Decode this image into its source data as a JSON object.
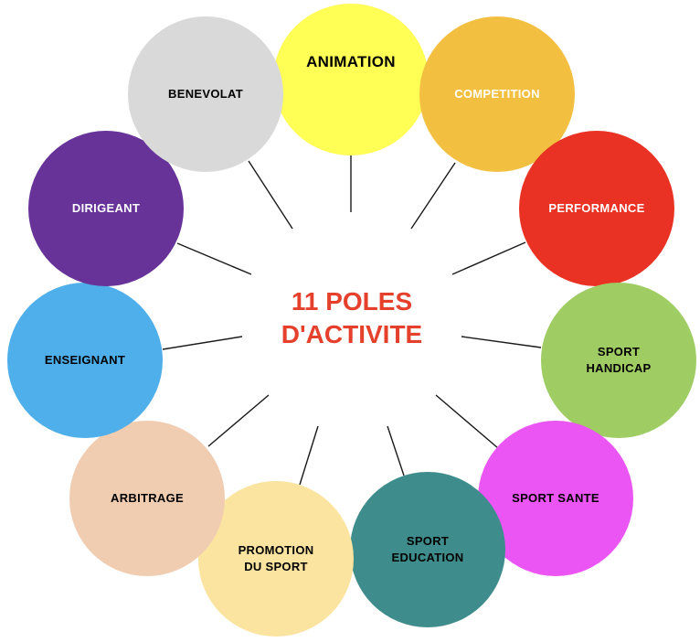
{
  "center": {
    "line1": "11 POLES",
    "line2": "D'ACTIVITE",
    "color": "#e5402b"
  },
  "poles": [
    {
      "label": "ANIMATION",
      "color": "#ffff55",
      "text_color": "#000000"
    },
    {
      "label": "COMPETITION",
      "color": "#f3bf40",
      "text_color": "#ffffff"
    },
    {
      "label": "PERFORMANCE",
      "color": "#e93223",
      "text_color": "#ffffff"
    },
    {
      "label": "SPORT\nHANDICAP",
      "color": "#9fcc63",
      "text_color": "#000000"
    },
    {
      "label": "SPORT SANTE",
      "color": "#ea55f3",
      "text_color": "#000000"
    },
    {
      "label": "SPORT\nEDUCATION",
      "color": "#3f8c8c",
      "text_color": "#000000"
    },
    {
      "label": "PROMOTION\nDU SPORT",
      "color": "#fbe3a0",
      "text_color": "#000000"
    },
    {
      "label": "ARBITRAGE",
      "color": "#f0ccb0",
      "text_color": "#000000"
    },
    {
      "label": "ENSEIGNANT",
      "color": "#4fafeb",
      "text_color": "#000000"
    },
    {
      "label": "DIRIGEANT",
      "color": "#673398",
      "text_color": "#ffffff"
    },
    {
      "label": "BENEVOLAT",
      "color": "#d9d9d9",
      "text_color": "#000000"
    }
  ]
}
